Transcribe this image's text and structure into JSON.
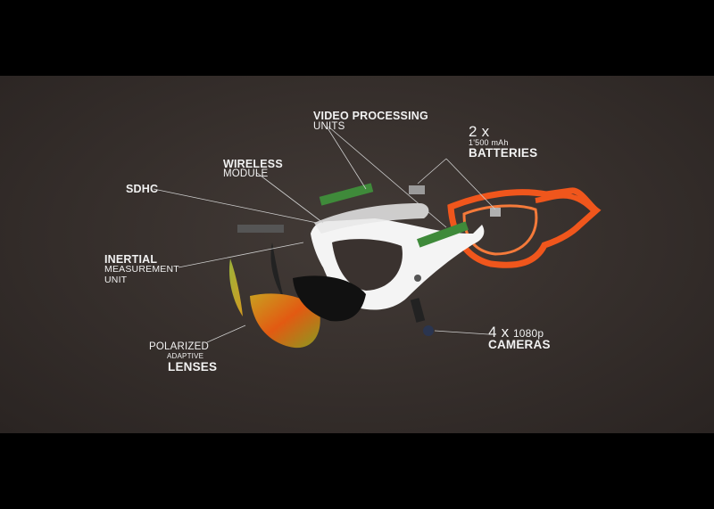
{
  "labels": {
    "video_processing": {
      "title": "VIDEO PROCESSING",
      "sub": "UNITS"
    },
    "batteries": {
      "count": "2 x",
      "capacity": "1'500 mAh",
      "title": "BATTERIES"
    },
    "wireless": {
      "title": "WIRELESS",
      "sub": "MODULE"
    },
    "sdhc": {
      "title": "SDHC"
    },
    "inertial": {
      "title": "INERTIAL",
      "sub1": "MEASUREMENT",
      "sub2": "UNIT"
    },
    "lenses": {
      "pre1": "POLARIZED",
      "pre2": "ADAPTIVE",
      "title": "LENSES"
    },
    "cameras": {
      "count": "4 x",
      "resolution": "1080p",
      "title": "CAMERAS"
    }
  },
  "colors": {
    "background": "#352e2b",
    "letterbox": "#000000",
    "frame_white": "#f4f4f4",
    "frame_orange": "#f0561c",
    "pcb": "#3f8a3a",
    "text": "#f2f2f2"
  }
}
